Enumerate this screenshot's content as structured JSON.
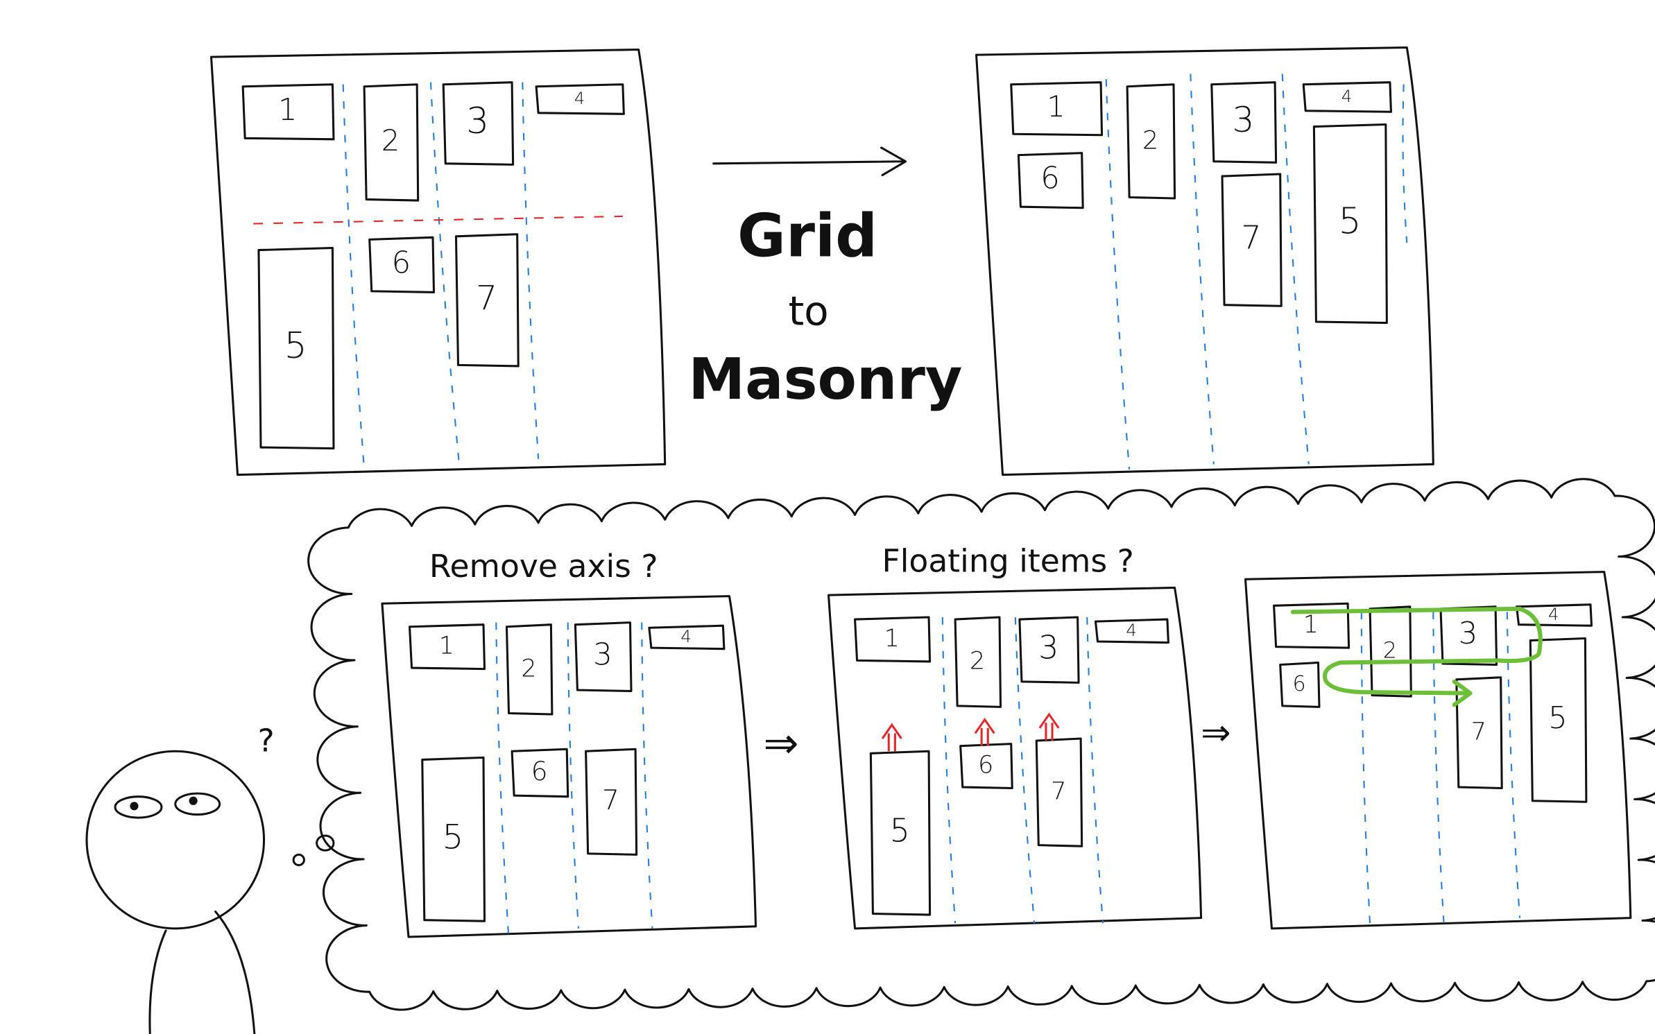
{
  "title": {
    "line1": "Grid",
    "line2": "to",
    "line3": "Masonry"
  },
  "captions": {
    "remove_axis": "Remove axis ?",
    "floating_items": "Floating items ?"
  },
  "thinker": {
    "question_mark": "?"
  },
  "arrows": {
    "small_arrow": "⇒"
  },
  "panels": {
    "grid": {
      "items": [
        "1",
        "2",
        "3",
        "4",
        "5",
        "6",
        "7"
      ]
    },
    "masonry": {
      "items": [
        "1",
        "6",
        "2",
        "3",
        "7",
        "4",
        "5"
      ]
    },
    "remove_axis": {
      "items": [
        "1",
        "2",
        "3",
        "4",
        "5",
        "6",
        "7"
      ]
    },
    "floating": {
      "items": [
        "1",
        "2",
        "3",
        "4",
        "5",
        "6",
        "7"
      ]
    },
    "result": {
      "items": [
        "1",
        "6",
        "2",
        "3",
        "7",
        "4",
        "5"
      ]
    }
  },
  "colors": {
    "ink": "#111111",
    "axis": "#2a7fd4",
    "row_line": "#e0282a",
    "float_arrow": "#e0282a",
    "flow_path": "#6dbf3a"
  }
}
